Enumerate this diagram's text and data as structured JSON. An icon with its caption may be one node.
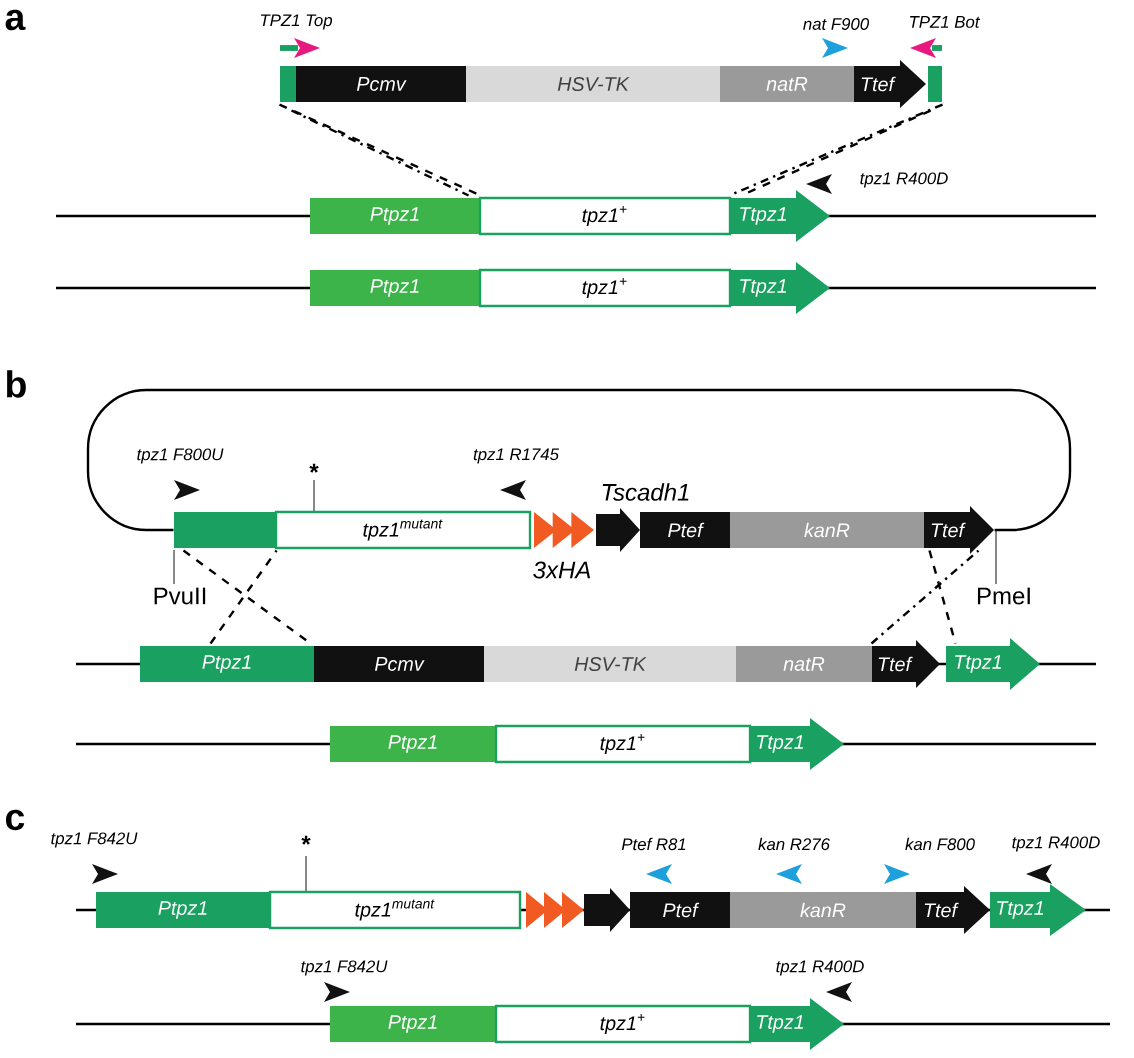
{
  "diagram": {
    "nodes": [
      {
        "text": [],
        "shape": "box"
      },
      {
        "text": [
          "Pcmv"
        ]
      },
      {
        "text": [
          "HSV-TK"
        ]
      },
      {
        "text": [
          "natR"
        ]
      },
      {
        "text": [
          "Ttef"
        ]
      },
      {
        "text": [],
        "shape": "box"
      },
      {
        "text": [
          "Ptpz1"
        ]
      },
      {
        "text": [
          "tpz1$^{+}$"
        ]
      },
      {
        "text": [
          "Ttpz1"
        ]
      },
      {
        "text": [
          "Ptpz1"
        ]
      },
      {
        "text": [
          "tpz1$^{+}$"
        ]
      },
      {
        "text": [
          "Ttpz1"
        ]
      },
      {
        "text": [],
        "shape": "box",
        "beside": [
          "PvuII"
        ]
      },
      {
        "text": [
          "tpz1$^{mutant}$"
        ],
        "beside": [
          "*"
        ]
      },
      {
        "text": [
          "3xHA"
        ]
      },
      {
        "text": [
          "Tscadh1"
        ]
      },
      {
        "text": [
          "Ptef"
        ]
      },
      {
        "text": [
          "kanR"
        ]
      },
      {
        "text": [
          "Ttef"
        ],
        "beside": [
          "PmeI"
        ]
      },
      {
        "text": [
          "Ptpz1"
        ]
      },
      {
        "text": [
          "Pcmv"
        ]
      },
      {
        "text": [
          "HSV-TK"
        ]
      },
      {
        "text": [
          "natR"
        ]
      },
      {
        "text": [
          "Ttef"
        ]
      },
      {
        "text": [
          "Ttpz1"
        ]
      },
      {
        "text": [
          "Ptpz1"
        ]
      },
      {
        "text": [
          "tpz1$^{+}$"
        ]
      },
      {
        "text": [
          "Ttpz1"
        ]
      },
      {
        "text": [
          "Ptpz1"
        ]
      },
      {
        "text": [
          "tpz1$^{mutant}$"
        ],
        "beside": [
          "*"
        ]
      },
      {
        "text": [],
        "shape": "triangle"
      },
      {
        "text": [],
        "shape": "arrow"
      },
      {
        "text": [
          "Ptef"
        ]
      },
      {
        "text": [
          "kanR"
        ]
      },
      {
        "text": [
          "Ttef"
        ]
      },
      {
        "text": [
          "Ttpz1"
        ]
      },
      {
        "text": [
          "Ptpz1"
        ]
      },
      {
        "text": [
          "tpz1$^{+}$"
        ]
      },
      {
        "text": [
          "Ttpz1"
        ]
      },
      {
        "text": [
          "TPZ1 Top"
        ]
      },
      {
        "text": [
          "nat F900"
        ]
      },
      {
        "text": [
          "TPZ1 Bot"
        ]
      },
      {
        "text": [
          "tpz1 R400D"
        ]
      },
      {
        "text": [
          "tpz1 F800U"
        ]
      },
      {
        "text": [
          "tpz1 R1745"
        ]
      },
      {
        "text": [
          "tpz1 F842U"
        ]
      },
      {
        "text": [
          "Ptef R81"
        ]
      },
      {
        "text": [
          "kan R276"
        ]
      },
      {
        "text": [
          "kan F800"
        ]
      },
      {
        "text": [
          "tpz1 R400D"
        ]
      },
      {
        "text": [
          "tpz1 F842U"
        ]
      },
      {
        "text": [
          "tpz1 R400D"
        ]
      }
    ],
    "edges": [
      {
        "from": 12,
        "to": 18,
        "arrow": "none"
      },
      {
        "from": 0,
        "to": 6,
        "arrow": "none",
        "style": "dashed"
      },
      {
        "from": 0,
        "to": 6,
        "arrow": "none",
        "style": "dashed"
      },
      {
        "from": 5,
        "to": 8,
        "arrow": "none",
        "style": "dashed"
      },
      {
        "from": 5,
        "to": 8,
        "arrow": "none",
        "style": "dashed"
      },
      {
        "from": 12,
        "to": 19,
        "arrow": "none",
        "style": "dashed"
      },
      {
        "from": 19,
        "to": 12,
        "arrow": "none",
        "style": "dashed"
      },
      {
        "from": 23,
        "to": 18,
        "arrow": "none",
        "style": "dashed"
      },
      {
        "from": 18,
        "to": 24,
        "arrow": "none",
        "style": "dashed"
      }
    ],
    "labels": [
      "a",
      "b",
      "c"
    ]
  }
}
